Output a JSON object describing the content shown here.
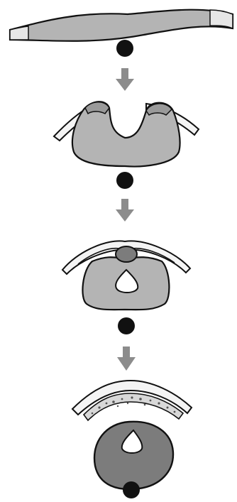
{
  "colors": {
    "background": "#ffffff",
    "outline": "#111111",
    "tissue_light": "#b4b4b4",
    "tissue_mid": "#9a9a9a",
    "tissue_dark": "#7c7c7c",
    "dot": "#111111",
    "arrow": "#8c8c8c",
    "ectoderm_band": "#f4f4f4",
    "specks": "#555555"
  },
  "stages": [
    {
      "id": "neural-plate",
      "description_icon": "flat-plate-icon"
    },
    {
      "id": "neural-groove",
      "description_icon": "u-groove-icon"
    },
    {
      "id": "neural-tube-closing",
      "description_icon": "closing-tube-icon"
    },
    {
      "id": "neural-tube-closed",
      "description_icon": "closed-tube-icon"
    }
  ]
}
